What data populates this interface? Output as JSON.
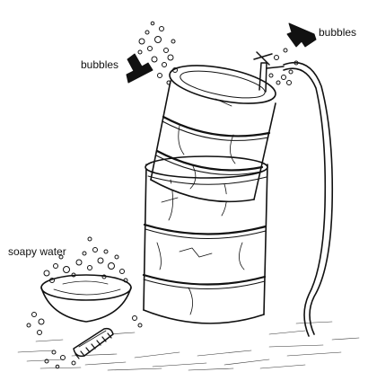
{
  "labels": {
    "bubbles_left": "bubbles",
    "bubbles_right": "bubbles",
    "soapy_water": "soapy water"
  },
  "colors": {
    "ink": "#111111",
    "paper": "#ffffff"
  }
}
